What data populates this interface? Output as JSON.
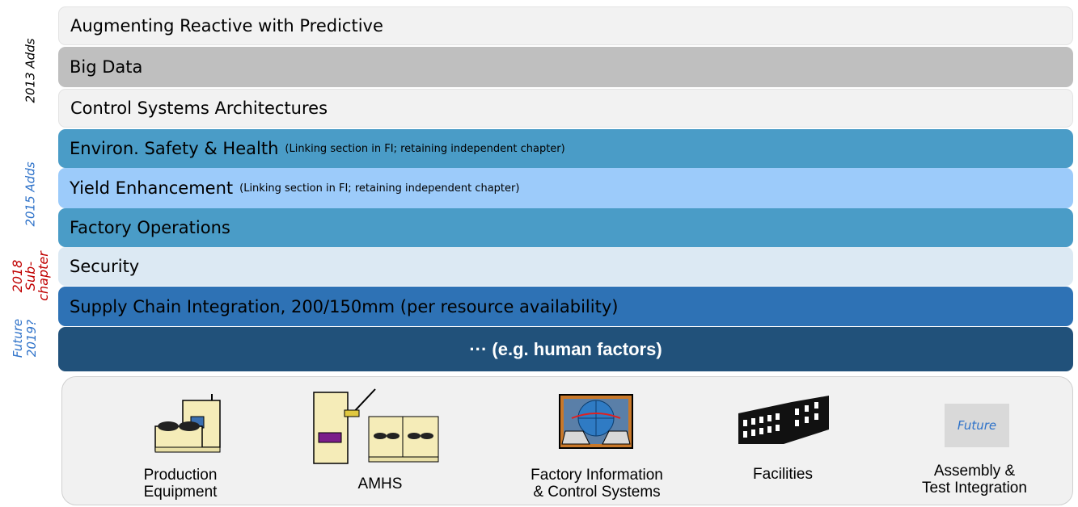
{
  "bands": [
    {
      "label": "Augmenting Reactive with Predictive",
      "note": "",
      "color": "#f2f2f2"
    },
    {
      "label": "Big Data",
      "note": "",
      "color": "#bfbfbf"
    },
    {
      "label": "Control Systems Architectures",
      "note": "",
      "color": "#f2f2f2"
    },
    {
      "label": "Environ. Safety & Health",
      "note": "(Linking section in FI; retaining independent chapter)",
      "color": "#4a9cc7"
    },
    {
      "label": "Yield Enhancement",
      "note": "(Linking section in FI; retaining independent chapter)",
      "color": "#9ccbfa"
    },
    {
      "label": "Factory Operations",
      "note": "",
      "color": "#4a9cc7"
    },
    {
      "label": "Security",
      "note": "",
      "color": "#dce9f3"
    },
    {
      "label": "Supply Chain Integration, 200/150mm  (per resource availability)",
      "note": "",
      "color": "#2e72b5"
    },
    {
      "label": "··· (e.g. human factors)",
      "note": "",
      "color": "#21517a"
    }
  ],
  "side_labels": {
    "adds_2013": "2013 Adds",
    "adds_2015": "2015 Adds",
    "sub_2018": "2018\nSub-\nchapter",
    "future": "Future\n2019?"
  },
  "foundation": [
    {
      "label": "Production\nEquipment",
      "icon": "production-equipment-icon"
    },
    {
      "label": "AMHS",
      "icon": "amhs-icon"
    },
    {
      "label": "Factory Information\n& Control Systems",
      "icon": "factory-information-icon"
    },
    {
      "label": "Facilities",
      "icon": "facilities-icon"
    },
    {
      "label": "Assembly &\nTest Integration",
      "icon": "future-box-icon",
      "box_text": "Future"
    }
  ],
  "colors": {
    "label_2013": "#000000",
    "label_2015": "#2e72c9",
    "label_2018": "#c00000",
    "label_future": "#2e72c9"
  }
}
